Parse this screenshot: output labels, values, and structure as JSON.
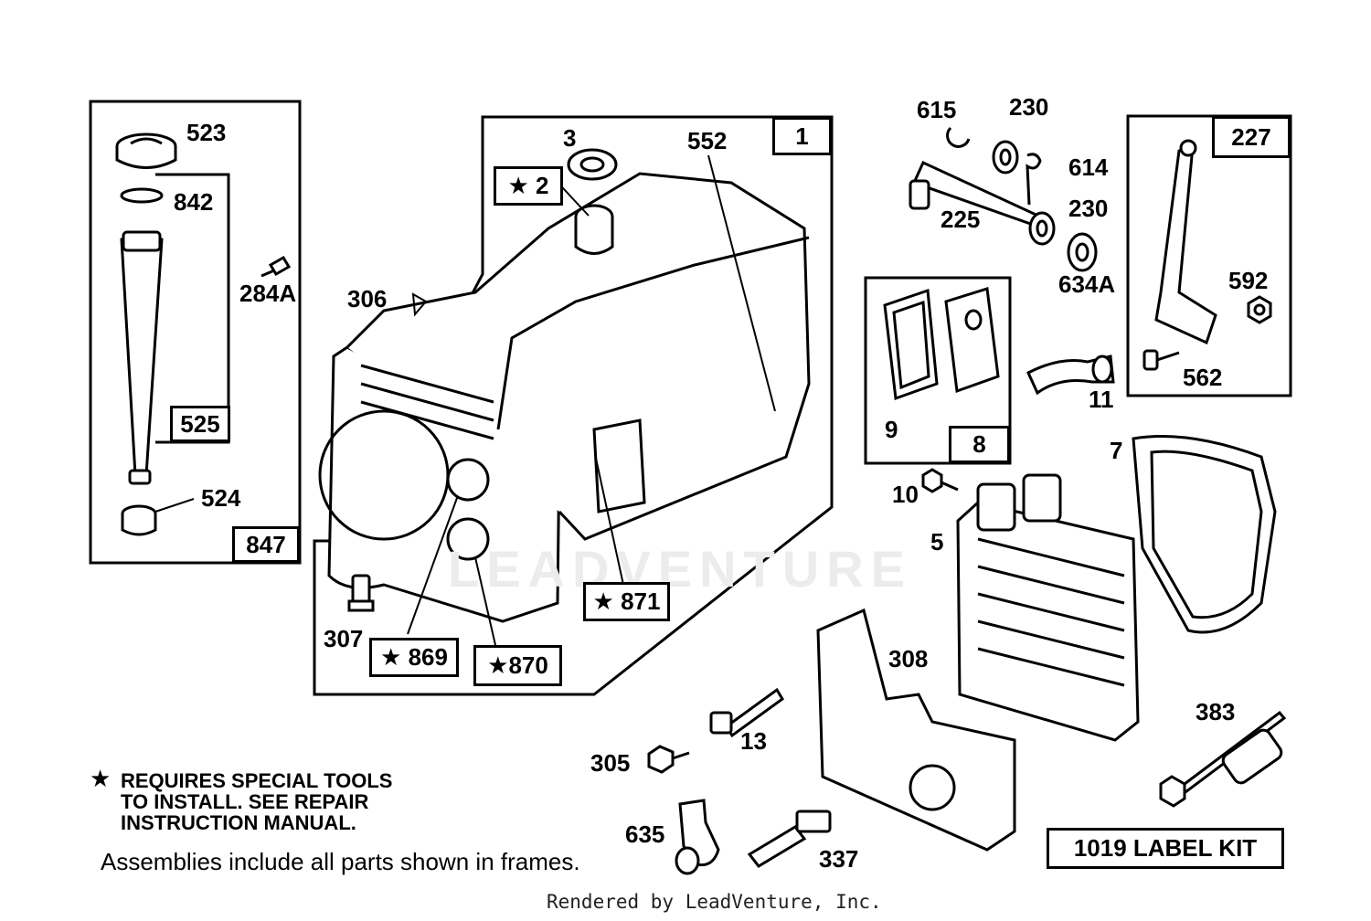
{
  "watermark": "LEADVENTURE",
  "parts": {
    "p523": "523",
    "p842": "842",
    "p284A": "284A",
    "p524": "524",
    "p3": "3",
    "p552": "552",
    "p306": "306",
    "p307": "307",
    "p615": "615",
    "p230a": "230",
    "p614": "614",
    "p225": "225",
    "p230b": "230",
    "p634A": "634A",
    "p592": "592",
    "p562": "562",
    "p11": "11",
    "p9": "9",
    "p10": "10",
    "p5": "5",
    "p7": "7",
    "p308": "308",
    "p13": "13",
    "p305": "305",
    "p635": "635",
    "p337": "337",
    "p383": "383"
  },
  "frames": {
    "f525": "525",
    "f847": "847",
    "f1": "1",
    "f2": "★ 2",
    "f871": "★ 871",
    "f869": "★ 869",
    "f870": "★870",
    "f227": "227",
    "f8": "8",
    "label_kit": "1019 LABEL KIT"
  },
  "notes": {
    "star": "★",
    "line1": "REQUIRES SPECIAL TOOLS",
    "line2": "TO INSTALL.  SEE REPAIR",
    "line3": "INSTRUCTION MANUAL.",
    "assemblies": "Assemblies include all parts shown in frames.",
    "rendered_by": "Rendered by LeadVenture, Inc."
  }
}
